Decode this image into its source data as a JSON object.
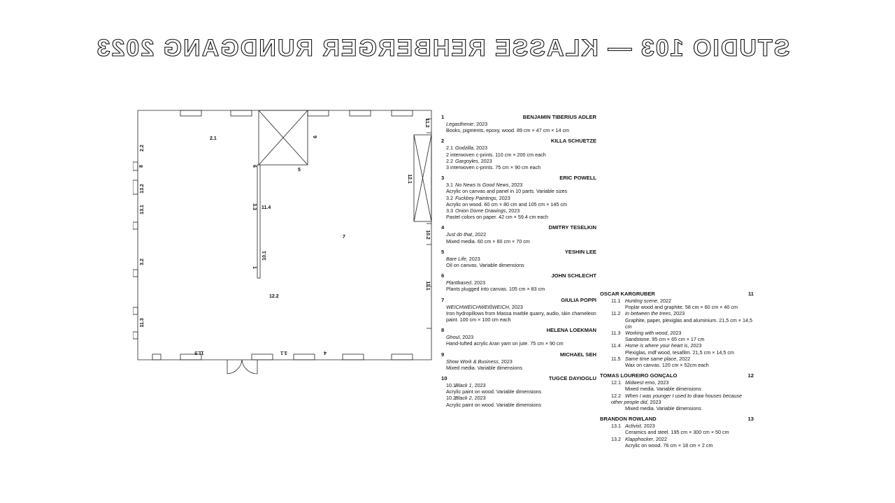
{
  "header": {
    "title": "STUDIO 103 —   KLASSE REHBERGER RUNDGANG 2023"
  },
  "floorplan": {
    "labels": [
      "2.1",
      "2.2",
      "8",
      "13.2",
      "13.1",
      "3.2",
      "11.3",
      "9",
      "6",
      "5",
      "3.3",
      "11.4",
      "10.1",
      "1",
      "7",
      "12.2",
      "11.2",
      "12.1",
      "10.2",
      "11.1",
      "11.5",
      "3.1",
      "4"
    ]
  },
  "artists_left": [
    {
      "num": "1",
      "name": "BENJAMIN TIBERIUS ADLER",
      "works": [
        {
          "title": "Legasthenie",
          "year": ", 2023",
          "detail": "Books, pigments, epoxy, wood. 89 cm × 47 cm × 14 cm"
        }
      ]
    },
    {
      "num": "2",
      "name": "KILLA SCHUETZE",
      "works": [
        {
          "sub": "2.1",
          "title": "Godzilla",
          "year": ", 2023",
          "detail": "2 interwoven c-prints. 110 cm × 200 cm each"
        },
        {
          "sub": "2.2",
          "title": "Gargoyles",
          "year": ", 2023",
          "detail": "3 interwoven c-prints. 75 cm × 90 cm each"
        }
      ]
    },
    {
      "num": "3",
      "name": "ERIC POWELL",
      "works": [
        {
          "sub": "3.1",
          "title": "No News Is Good News",
          "year": ", 2023",
          "detail": "Acrylic on canvas and panel in 10 parts. Variable sizes"
        },
        {
          "sub": "3.2",
          "title": "Fuckboy Paintings",
          "year": ", 2023",
          "detail": "Acrylic on wood. 60 cm × 80 cm and 105 cm × 145 cm"
        },
        {
          "sub": "3.3",
          "title": "Onion Dome Drawings",
          "year": ", 2023",
          "detail": "Pastel colors on paper. 42 cm × 59.4 cm each"
        }
      ]
    },
    {
      "num": "4",
      "name": "DMITRY TESELKIN",
      "works": [
        {
          "title": "Just do that",
          "year": ", 2022",
          "detail": "Mixed media. 60 cm × 60 cm × 70 cm"
        }
      ]
    },
    {
      "num": "5",
      "name": "YESHIN LEE",
      "works": [
        {
          "title": "Bare Life",
          "year": ", 2023",
          "detail": "Oil on canvas. Variable dimensions"
        }
      ]
    },
    {
      "num": "6",
      "name": "JOHN SCHLECHT",
      "works": [
        {
          "title": "Plantbased",
          "year": ", 2023",
          "detail": "Plants plugged into canvas. 105 cm × 83 cm"
        }
      ]
    },
    {
      "num": "7",
      "name": "GIULIA POPPI",
      "works": [
        {
          "title": "WEICHWEICHWEIßWEICH",
          "year": ", 2023",
          "detail": "Iron hydropillows from Massa marble quarry, audio, skin chameleon paint. 100 cm × 100 cm each"
        }
      ]
    },
    {
      "num": "8",
      "name": "HELENA LOEKMAN",
      "works": [
        {
          "title": "Ghoul",
          "year": ", 2023",
          "detail": "Hand-tufted acrylic Aran yarn on jute. 75 cm × 90 cm"
        }
      ]
    },
    {
      "num": "9",
      "name": "MICHAEL SEH",
      "works": [
        {
          "title": "Show Work & Business",
          "year": ", 2023",
          "detail": "Mixed media. Variable dimensions"
        }
      ]
    },
    {
      "num": "10",
      "name": "TUGCE DAYIOGLU",
      "works": [
        {
          "sub": "10.1",
          "title": "Black 1",
          "year": ", 2023",
          "detail": "Acrylic paint on wood. Variable dimensions"
        },
        {
          "sub": "10.2",
          "title": "Black 2",
          "year": ", 2023",
          "detail": "Acrylic paint on wood. Variable dimensions"
        }
      ]
    }
  ],
  "artists_right": [
    {
      "num": "11",
      "name": "OSCAR KARGRUBER",
      "works": [
        {
          "sub": "11.1",
          "title": "Hunting scene",
          "year": ", 2022",
          "detail": "Poplar wood and graphite. 58 cm × 60 cm × 40 cm"
        },
        {
          "sub": "11.2",
          "title": "In between the trees",
          "year": ", 2023",
          "detail": "Graphite, paper, plexiglas and aluminium. 21,5 cm × 14,5 cm"
        },
        {
          "sub": "11.3",
          "title": "Working with wood",
          "year": ", 2023",
          "detail": "Sandstone. 95 cm × 65 cm × 17 cm"
        },
        {
          "sub": "11.4",
          "title": "Home is where your heart is",
          "year": ", 2023",
          "detail": "Plexiglas, mdf wood, tesafilm. 21,5 cm × 14,5 cm"
        },
        {
          "sub": "11.5",
          "title": "Same time same place",
          "year": ", 2022",
          "detail": "Wax on canvas. 120 cm × 52cm each"
        }
      ]
    },
    {
      "num": "12",
      "name": "TOMAS LOUREIRO GONÇALO",
      "works": [
        {
          "sub": "12.1",
          "title": "Midwest emo",
          "year": ", 2023",
          "detail": "Mixed media. Variable dimensions"
        },
        {
          "sub": "12.2",
          "title": "When I was younger I used to draw houses because other people did",
          "year": ", 2023",
          "detail": "Mixed media. Variable dimensions"
        }
      ]
    },
    {
      "num": "13",
      "name": "BRANDON ROWLAND",
      "works": [
        {
          "sub": "13.1",
          "title": "Activist",
          "year": ", 2023",
          "detail": "Ceramics and steel. 195 cm × 300 cm × 50 cm"
        },
        {
          "sub": "13.2",
          "title": "Klapphocker",
          "year": ", 2022",
          "detail": "Acrylic on wood. 76 cm × 18 cm × 2 cm"
        }
      ]
    }
  ]
}
